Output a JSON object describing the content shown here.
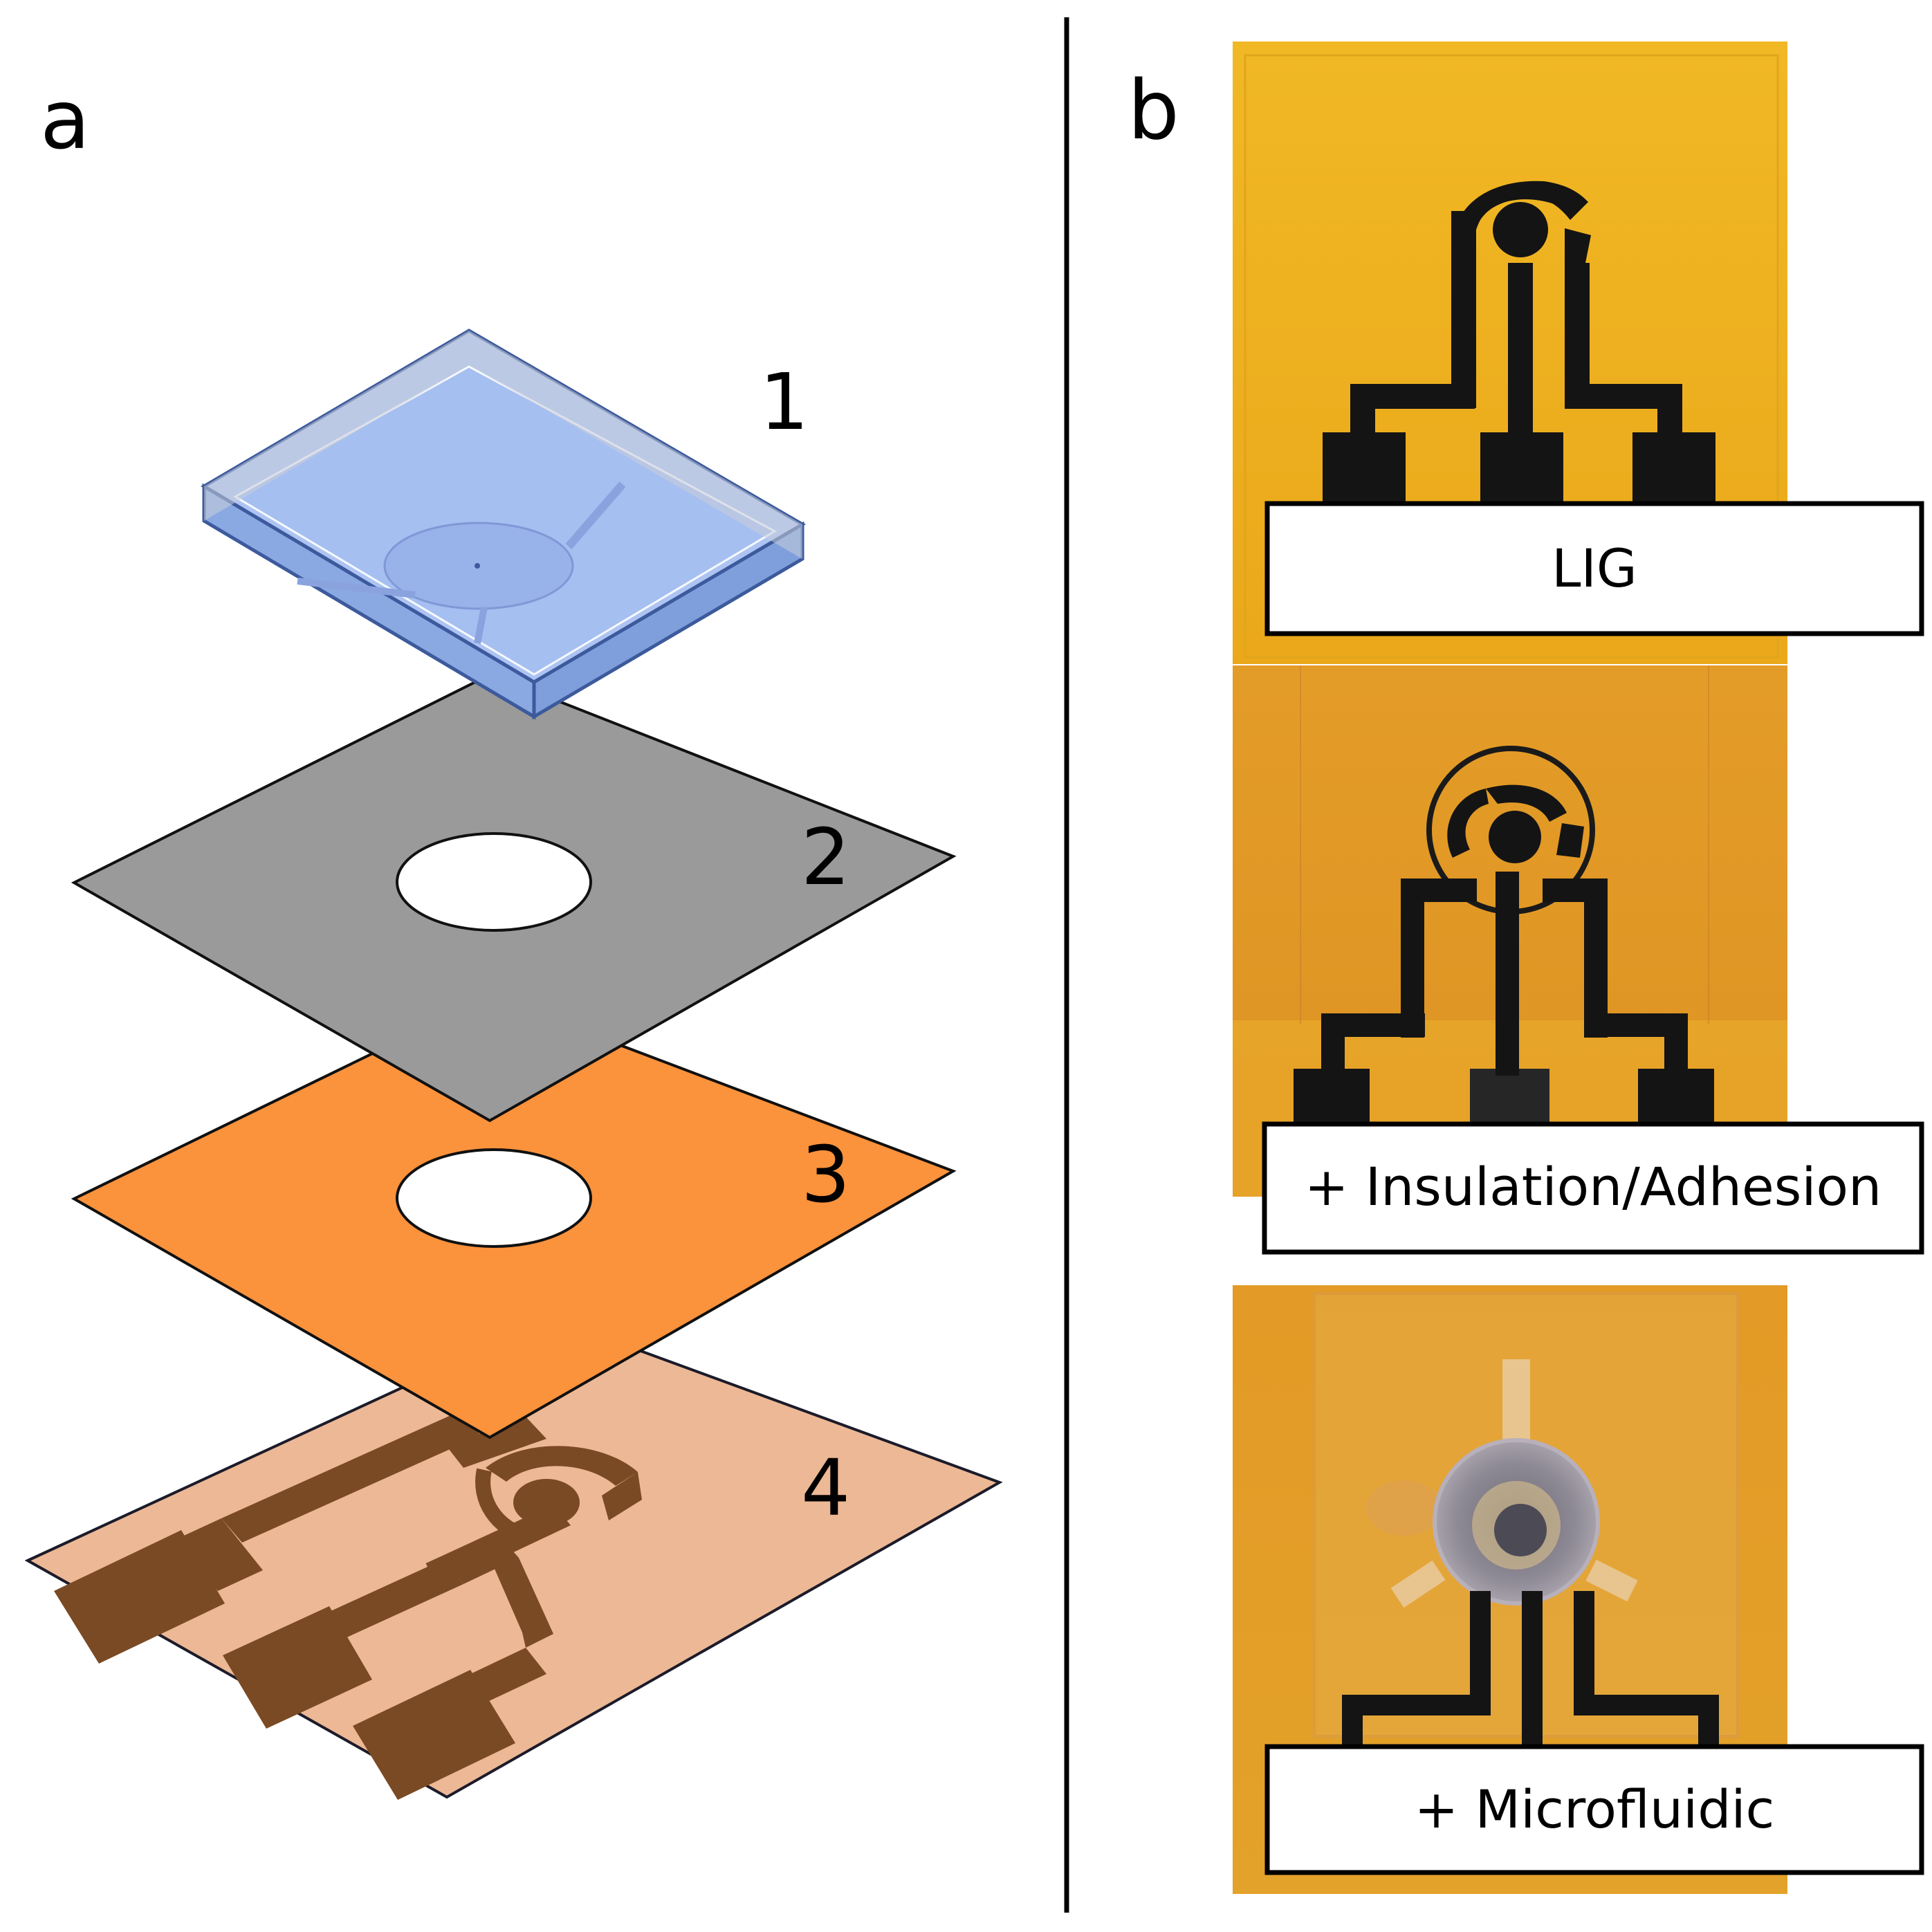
{
  "panels": {
    "a": {
      "label": "a",
      "layers": [
        {
          "number": "1"
        },
        {
          "number": "2"
        },
        {
          "number": "3"
        },
        {
          "number": "4"
        }
      ]
    },
    "b": {
      "label": "b",
      "photos": [
        {
          "caption": "LIG"
        },
        {
          "caption": "+ Insulation/Adhesion"
        },
        {
          "caption": "+ Microfluidic"
        }
      ]
    }
  },
  "colors": {
    "microfluidic_blue": "#a9c3f0",
    "insulation_gray": "#9a9a9a",
    "adhesion_orange": "#fb923c",
    "substrate_peach": "#edb895",
    "electrode_brown": "#7a4a24",
    "polyimide_yellow": "#efb020",
    "polyimide_amber": "#e19a24",
    "lig_black": "#141414"
  }
}
